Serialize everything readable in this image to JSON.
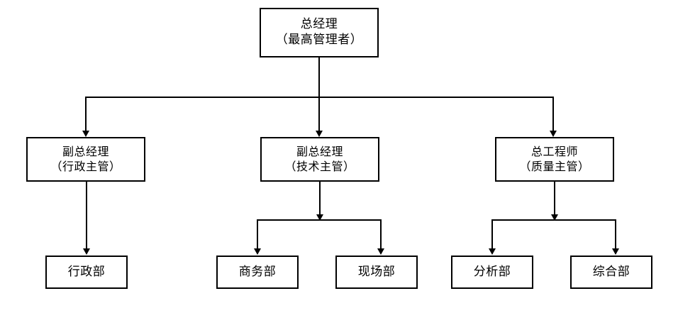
{
  "chart": {
    "type": "org-chart",
    "title": "",
    "orientation": "top-down",
    "nodes": {
      "level1": [
        {
          "id": "gm",
          "line1": "总经理",
          "line2": "（最高管理者）"
        }
      ],
      "level2": [
        {
          "id": "vp-admin",
          "line1": "副总经理",
          "line2": "（行政主管）"
        },
        {
          "id": "vp-tech",
          "line1": "副总经理",
          "line2": "（技术主管）"
        },
        {
          "id": "chief-eng",
          "line1": "总工程师",
          "line2": "（质量主管）"
        }
      ],
      "level3": [
        {
          "id": "dept-admin",
          "line1": "行政部",
          "parent": "vp-admin"
        },
        {
          "id": "dept-business",
          "line1": "商务部",
          "parent": "vp-tech"
        },
        {
          "id": "dept-site",
          "line1": "现场部",
          "parent": "vp-tech"
        },
        {
          "id": "dept-analysis",
          "line1": "分析部",
          "parent": "chief-eng"
        },
        {
          "id": "dept-general",
          "line1": "综合部",
          "parent": "chief-eng"
        }
      ]
    },
    "edges": [
      {
        "from": "gm",
        "to": "vp-admin"
      },
      {
        "from": "gm",
        "to": "vp-tech"
      },
      {
        "from": "gm",
        "to": "chief-eng"
      },
      {
        "from": "vp-admin",
        "to": "dept-admin"
      },
      {
        "from": "vp-tech",
        "to": "dept-business"
      },
      {
        "from": "vp-tech",
        "to": "dept-site"
      },
      {
        "from": "chief-eng",
        "to": "dept-analysis"
      },
      {
        "from": "chief-eng",
        "to": "dept-general"
      }
    ],
    "colors": {
      "background": "#ffffff",
      "box_border": "#000000",
      "box_fill": "#ffffff",
      "connector": "#000000",
      "text": "#000000"
    }
  }
}
